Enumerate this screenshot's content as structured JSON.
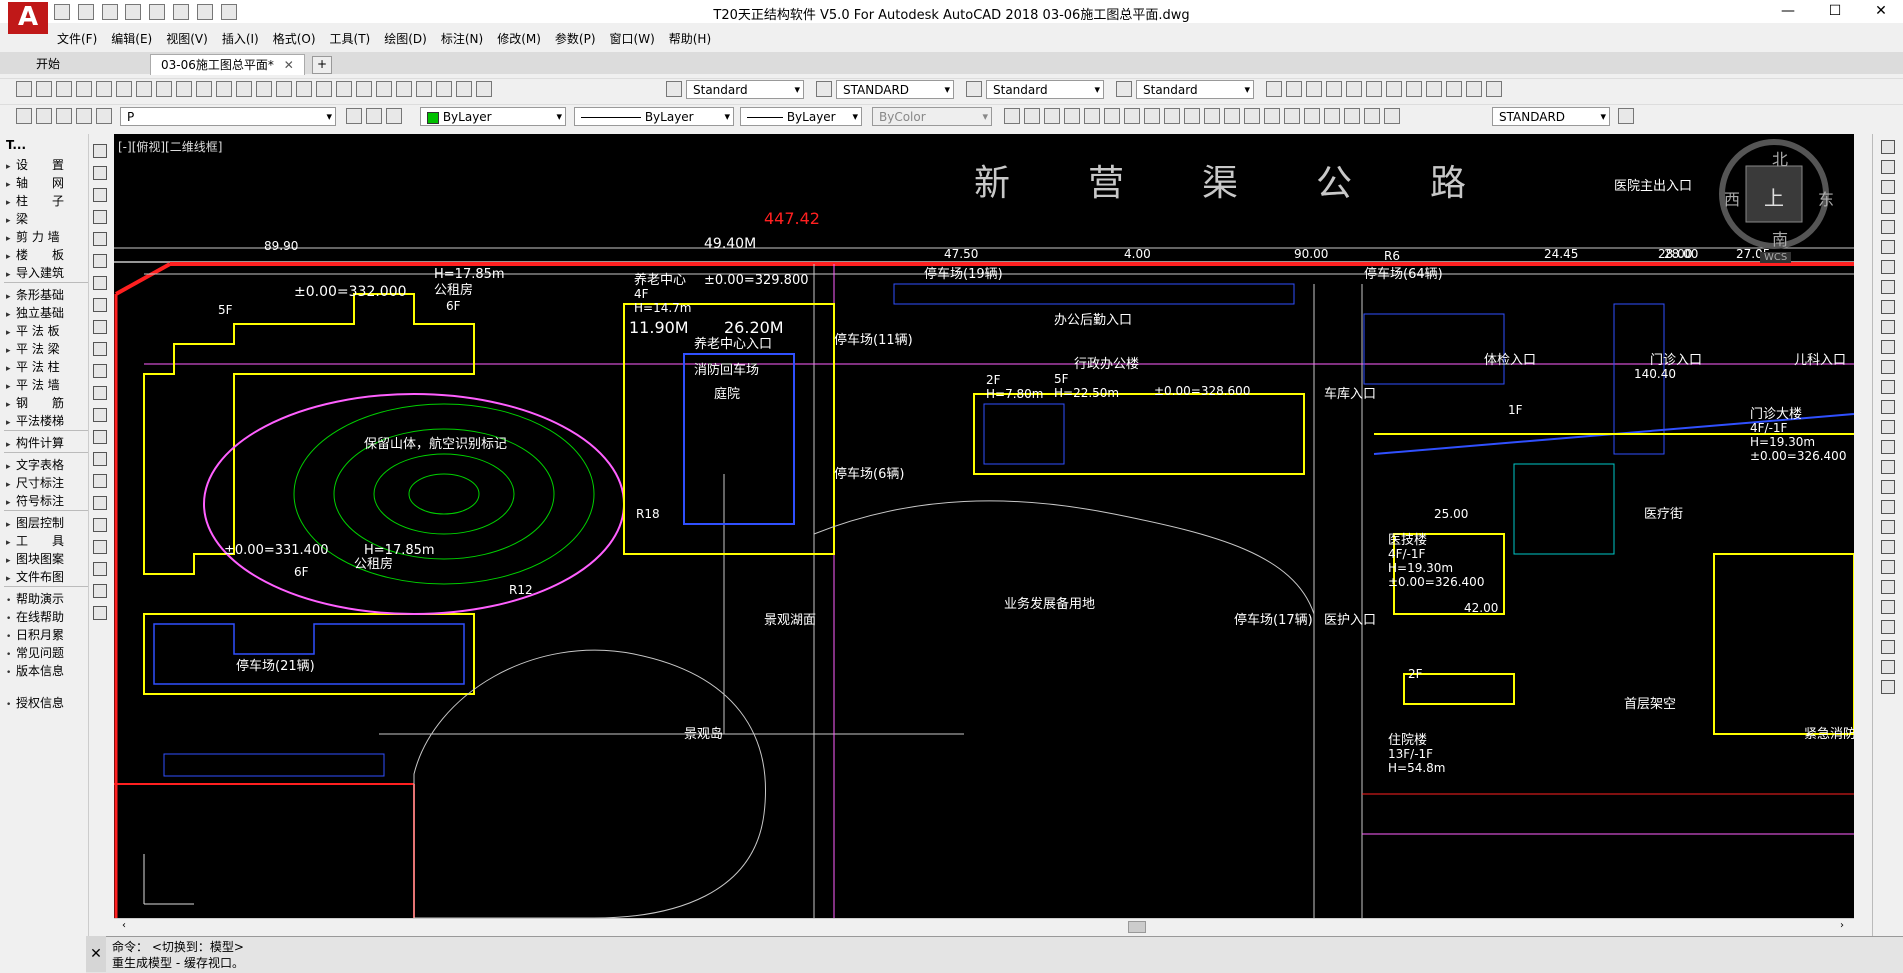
{
  "window": {
    "title": "T20天正结构软件 V5.0 For Autodesk AutoCAD 2018      03-06施工图总平面.dwg",
    "app_letter": "A",
    "minimize": "—",
    "maximize": "☐",
    "close": "✕"
  },
  "menubar": [
    "文件(F)",
    "编辑(E)",
    "视图(V)",
    "插入(I)",
    "格式(O)",
    "工具(T)",
    "绘图(D)",
    "标注(N)",
    "修改(M)",
    "参数(P)",
    "窗口(W)",
    "帮助(H)"
  ],
  "tabs": [
    {
      "label": "开始",
      "active": false
    },
    {
      "label": "03-06施工图总平面*",
      "active": true
    }
  ],
  "styles_toolbar": {
    "text_style": "Standard",
    "dim_style": "STANDARD",
    "table_style": "Standard",
    "mleader_style": "Standard"
  },
  "layer_toolbar": {
    "layer": "P",
    "color": "ByLayer",
    "linetype": "ByLayer",
    "lineweight": "ByLayer",
    "plotstyle": "ByColor",
    "dim_style2": "STANDARD"
  },
  "left_panel": {
    "header": "T...",
    "items": [
      {
        "label": "设　　置",
        "arrow": true
      },
      {
        "label": "轴　　网",
        "arrow": true
      },
      {
        "label": "柱　　子",
        "arrow": true
      },
      {
        "label": "梁",
        "arrow": true
      },
      {
        "label": "剪 力 墙",
        "arrow": true
      },
      {
        "label": "楼　　板",
        "arrow": true
      },
      {
        "label": "导入建筑",
        "arrow": true
      },
      {
        "label": "条形基础",
        "arrow": true
      },
      {
        "label": "独立基础",
        "arrow": true
      },
      {
        "label": "平 法 板",
        "arrow": true
      },
      {
        "label": "平 法 梁",
        "arrow": true
      },
      {
        "label": "平 法 柱",
        "arrow": true
      },
      {
        "label": "平 法 墙",
        "arrow": true
      },
      {
        "label": "钢　　筋",
        "arrow": true
      },
      {
        "label": "平法楼梯",
        "arrow": true
      },
      {
        "label": "构件计算",
        "arrow": true
      },
      {
        "label": "文字表格",
        "arrow": true
      },
      {
        "label": "尺寸标注",
        "arrow": true
      },
      {
        "label": "符号标注",
        "arrow": true
      },
      {
        "label": "图层控制",
        "arrow": true
      },
      {
        "label": "工　　具",
        "arrow": true
      },
      {
        "label": "图块图案",
        "arrow": true
      },
      {
        "label": "文件布图",
        "arrow": true
      },
      {
        "label": "帮助演示",
        "arrow": false
      },
      {
        "label": "在线帮助",
        "arrow": false
      },
      {
        "label": "日积月累",
        "arrow": false
      },
      {
        "label": "常见问题",
        "arrow": false
      },
      {
        "label": "版本信息",
        "arrow": false
      },
      {
        "label": "授权信息",
        "arrow": false
      }
    ]
  },
  "viewport_label": "[-][俯视][二维线框]",
  "viewcube": {
    "north": "北",
    "south": "南",
    "east": "东",
    "west": "西",
    "top": "上",
    "wcs": "WCS"
  },
  "drawing": {
    "road_name": "新　　营　　渠　　公　　路",
    "labels": [
      "447.42",
      "89.90",
      "49.40M",
      "47.50",
      "4.00",
      "90.00",
      "24.45",
      "28.00",
      "27.05",
      "28.00",
      "H=17.85m",
      "公租房",
      "6F",
      "±0.00=332.000",
      "5F",
      "养老中心",
      "4F",
      "H=14.7m",
      "±0.00=329.800",
      "11.90M",
      "26.20M",
      "养老中心入口",
      "消防回车场",
      "庭院",
      "保留山体，航空识别标记",
      "停车场(19辆)",
      "办公后勤入口",
      "停车场(64辆)",
      "停车场(11辆)",
      "5F",
      "H=22.50m",
      "行政办公楼",
      "±0.00=328.600",
      "2F",
      "H=7.80m",
      "车库入口",
      "体检入口",
      "门诊入口",
      "儿科入口",
      "门诊大楼",
      "4F/-1F",
      "H=19.30m",
      "±0.00=326.400",
      "医疗街",
      "医技楼",
      "4F/-1F",
      "H=19.30m",
      "±0.00=326.400",
      "停车场(6辆)",
      "H=17.85m",
      "公租房",
      "±0.00=331.400",
      "6F",
      "景观湖面",
      "业务发展备用地",
      "停车场(17辆)",
      "医护入口",
      "停车场(21辆)",
      "景观岛",
      "住院楼",
      "13F/-1F",
      "H=54.8m",
      "首层架空",
      "紧急消防",
      "医院主出入口",
      "R6",
      "R12",
      "R18",
      "1F",
      "2F",
      "140.40",
      "25.00",
      "42.00"
    ]
  },
  "command": {
    "line1": "命令：  <切换到：模型>",
    "line2": "重生成模型 - 缓存视口。",
    "close": "✕"
  }
}
